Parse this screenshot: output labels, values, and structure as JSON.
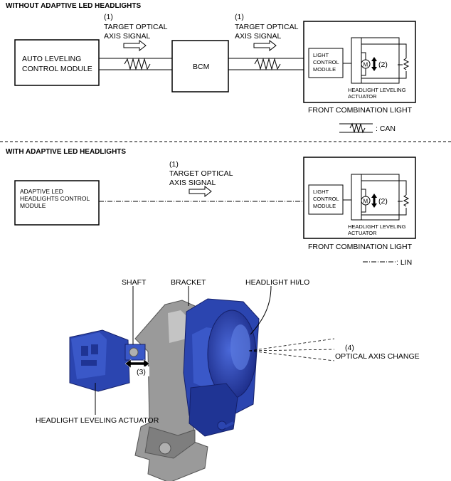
{
  "section_top": {
    "heading": "WITHOUT ADAPTIVE LED HEADLIGHTS",
    "auto_leveling_module": [
      "AUTO LEVELING",
      "CONTROL MODULE"
    ],
    "bcm": "BCM",
    "signal_1": {
      "num": "(1)",
      "line1": "TARGET OPTICAL",
      "line2": "AXIS SIGNAL"
    },
    "signal_2": {
      "num": "(1)",
      "line1": "TARGET OPTICAL",
      "line2": "AXIS SIGNAL"
    },
    "light_control_module": [
      "LIGHT",
      "CONTROL",
      "MODULE"
    ],
    "motor": "M",
    "num_2": "(2)",
    "actuator_label": [
      "HEADLIGHT LEVELING",
      "ACTUATOR"
    ],
    "front_combination_light": "FRONT COMBINATION LIGHT",
    "legend_can": ": CAN"
  },
  "section_mid": {
    "heading": "WITH ADAPTIVE LED HEADLIGHTS",
    "adaptive_module": [
      "ADAPTIVE LED",
      "HEADLIGHTS CONTROL",
      "MODULE"
    ],
    "signal": {
      "num": "(1)",
      "line1": "TARGET OPTICAL",
      "line2": "AXIS SIGNAL"
    },
    "light_control_module": [
      "LIGHT",
      "CONTROL",
      "MODULE"
    ],
    "motor": "M",
    "num_2": "(2)",
    "actuator_label": [
      "HEADLIGHT LEVELING",
      "ACTUATOR"
    ],
    "front_combination_light": "FRONT COMBINATION LIGHT",
    "legend_lin": ": LIN"
  },
  "illustration": {
    "shaft": "SHAFT",
    "bracket": "BRACKET",
    "headlight": "HEADLIGHT HI/LO",
    "num_3": "(3)",
    "num_4": "(4)",
    "optical_axis_change": "OPTICAL AXIS CHANGE",
    "actuator": "HEADLIGHT LEVELING ACTUATOR"
  },
  "colors": {
    "housing_blue": "#2b45b0",
    "housing_dark": "#1a2a7a",
    "bracket_gray": "#9a9a9a"
  }
}
